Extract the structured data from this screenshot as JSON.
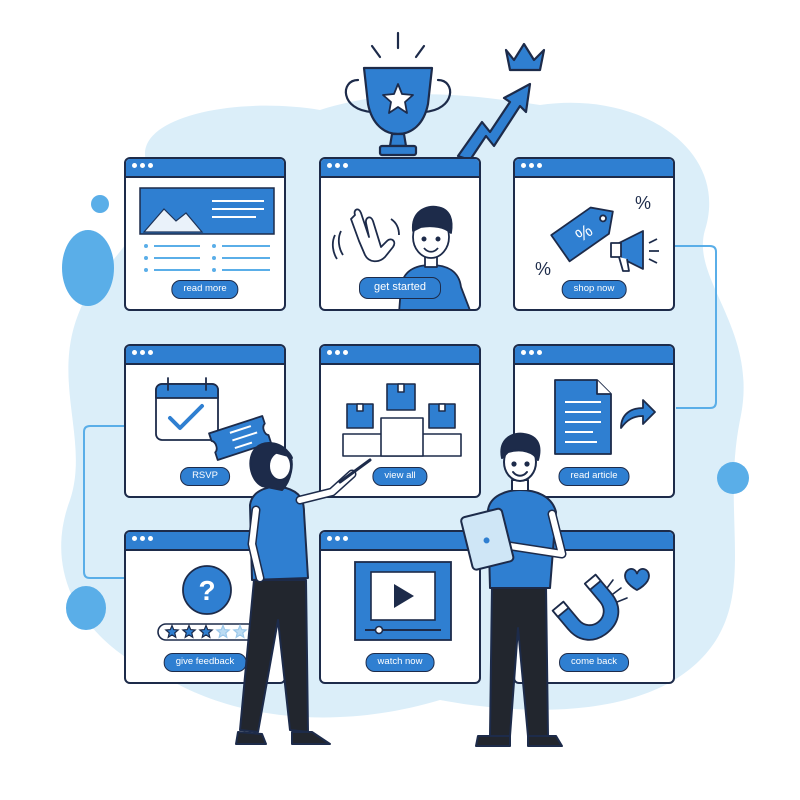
{
  "cards": [
    {
      "id": "blog",
      "button": "read more"
    },
    {
      "id": "welcome",
      "button": "get started"
    },
    {
      "id": "promo",
      "button": "shop now"
    },
    {
      "id": "event",
      "button": "RSVP"
    },
    {
      "id": "products",
      "button": "view all"
    },
    {
      "id": "article",
      "button": "read article"
    },
    {
      "id": "survey",
      "button": "give feedback"
    },
    {
      "id": "video",
      "button": "watch now"
    },
    {
      "id": "retention",
      "button": "come back"
    }
  ],
  "promo": {
    "percent_symbols": [
      "%",
      "%",
      "%"
    ]
  },
  "survey": {
    "question_mark": "?",
    "stars_filled": 3,
    "stars_total": 5
  },
  "colors": {
    "primary": "#2f7fd1",
    "light": "#cfe6f6",
    "outline": "#1d2b4a",
    "pants": "#22262e",
    "skin": "#ffffff"
  },
  "icons": [
    "trophy-icon",
    "crown-icon",
    "growth-arrow-icon",
    "image-icon",
    "waving-hand-icon",
    "price-tag-icon",
    "megaphone-icon",
    "calendar-check-icon",
    "ticket-icon",
    "product-box-icon",
    "document-icon",
    "share-arrow-icon",
    "question-icon",
    "star-icon",
    "play-icon",
    "magnet-icon",
    "heart-icon"
  ]
}
